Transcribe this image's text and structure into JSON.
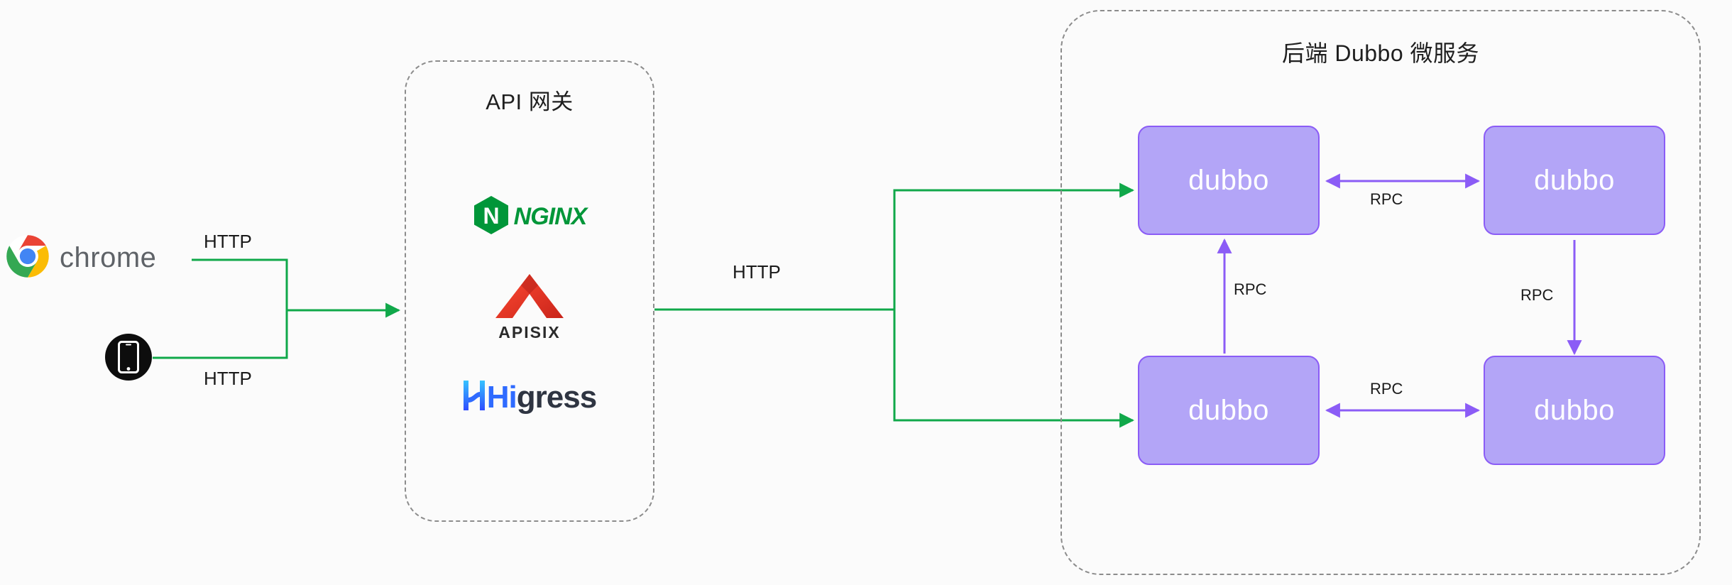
{
  "diagram": {
    "title_alt": "API Gateway to backend Dubbo microservices architecture",
    "background": "#fbfbfb"
  },
  "colors": {
    "http_flow": "#10a84a",
    "rpc_flow": "#8b5cf6",
    "node_fill": "#b3a5f7",
    "node_border": "#8b5cf6",
    "group_border": "#8c8c8c",
    "node_text": "#ffffff",
    "label_text": "#1a1a1a",
    "nginx_green": "#009639",
    "apisix_red": "#e23a2e",
    "higress_blue": "#2f6bff",
    "higress_dark": "#2f3542"
  },
  "clients": {
    "chrome": {
      "icon": "chrome-icon",
      "label": "chrome"
    },
    "mobile": {
      "icon": "mobile-phone-icon",
      "label": ""
    }
  },
  "edges": {
    "http_from_chrome": "HTTP",
    "http_from_phone": "HTTP",
    "http_to_backend": "HTTP",
    "rpc_top": "RPC",
    "rpc_bottom": "RPC",
    "rpc_left": "RPC",
    "rpc_right": "RPC"
  },
  "gateway": {
    "title": "API 网关",
    "products": [
      {
        "name": "nginx",
        "wordmark": "NGINX",
        "icon": "nginx-hexagon-icon"
      },
      {
        "name": "apisix",
        "wordmark": "APISIX",
        "icon": "apisix-chevron-icon"
      },
      {
        "name": "higress",
        "wordmark_prefix": "Hi",
        "wordmark_suffix": "gress",
        "icon": "higress-icon"
      }
    ]
  },
  "backend": {
    "title": "后端 Dubbo 微服务",
    "nodes": [
      {
        "id": "top-left",
        "label": "dubbo"
      },
      {
        "id": "top-right",
        "label": "dubbo"
      },
      {
        "id": "bottom-left",
        "label": "dubbo"
      },
      {
        "id": "bottom-right",
        "label": "dubbo"
      }
    ]
  }
}
